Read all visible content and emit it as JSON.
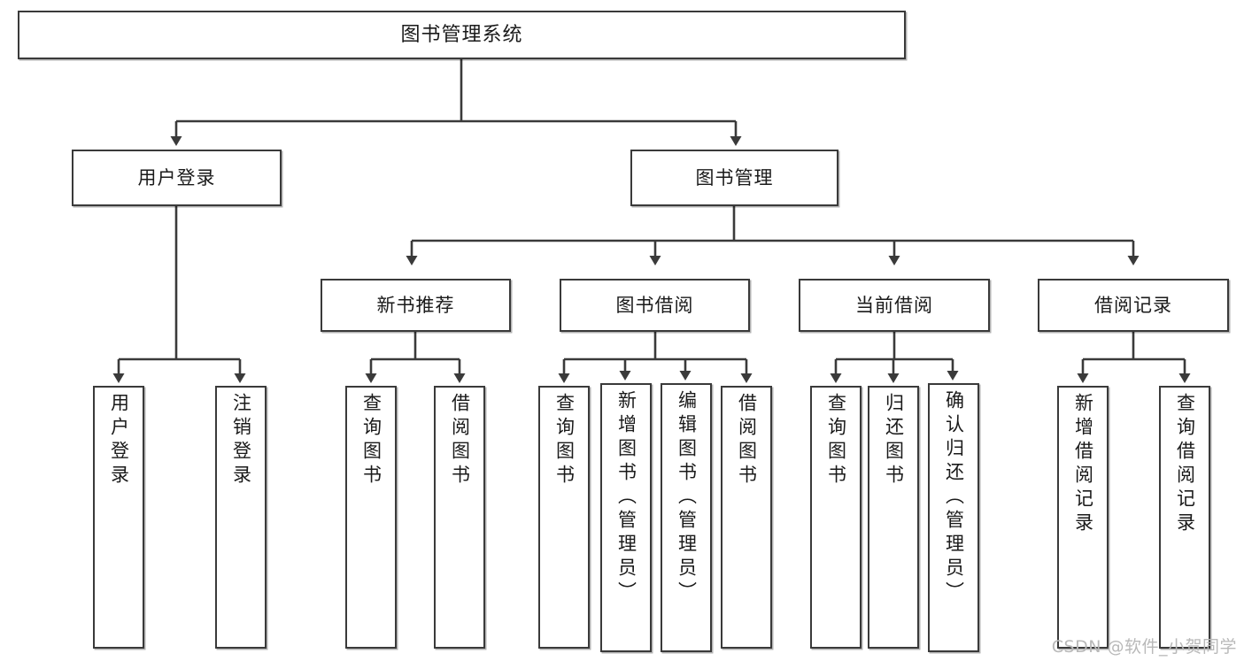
{
  "diagram": {
    "title": "图书管理系统",
    "type": "tree-hierarchy",
    "root": {
      "label": "图书管理系统"
    },
    "level2": [
      {
        "label": "用户登录"
      },
      {
        "label": "图书管理"
      }
    ],
    "level3": [
      {
        "label": "新书推荐"
      },
      {
        "label": "图书借阅"
      },
      {
        "label": "当前借阅"
      },
      {
        "label": "借阅记录"
      }
    ],
    "leaves": {
      "user_login": [
        {
          "label": "用户登录"
        },
        {
          "label": "注销登录"
        }
      ],
      "new_book_recommend": [
        {
          "label": "查询图书"
        },
        {
          "label": "借阅图书"
        }
      ],
      "book_borrow": [
        {
          "label": "查询图书"
        },
        {
          "label": "新增图书（管理员）"
        },
        {
          "label": "编辑图书（管理员）"
        },
        {
          "label": "借阅图书"
        }
      ],
      "current_borrow": [
        {
          "label": "查询图书"
        },
        {
          "label": "归还图书"
        },
        {
          "label": "确认归还（管理员）"
        }
      ],
      "borrow_record": [
        {
          "label": "新增借阅记录"
        },
        {
          "label": "查询借阅记录"
        }
      ]
    }
  },
  "watermark": {
    "text": "CSDN @软件_小贺同学"
  },
  "colors": {
    "background": "#ffffff",
    "box_border": "#3a3a3a",
    "box_fill": "#ffffff",
    "connector": "#3a3a3a",
    "text": "#1a1a1a",
    "watermark": "#b9b9b9"
  }
}
